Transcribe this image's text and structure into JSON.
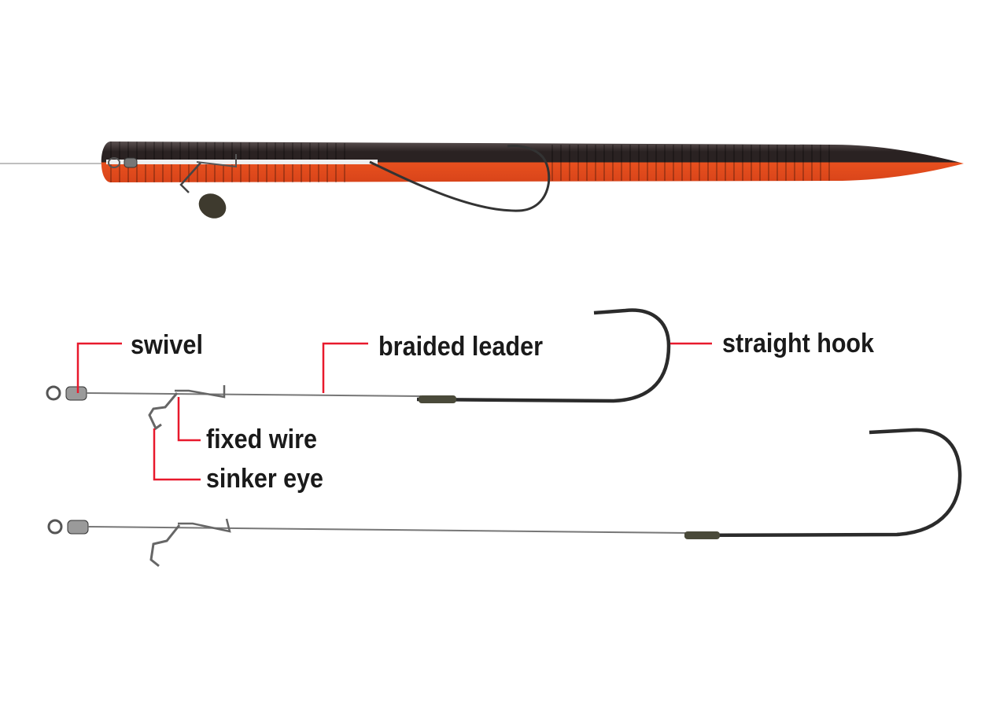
{
  "labels": {
    "swivel": "swivel",
    "braided_leader": "braided leader",
    "straight_hook": "straight hook",
    "fixed_wire": "fixed wire",
    "sinker_eye": "sinker eye"
  },
  "colors": {
    "leader_line": "#e8192c",
    "worm_dark": "#2a2222",
    "worm_orange": "#e8501e",
    "metal": "#3a3a3a"
  }
}
